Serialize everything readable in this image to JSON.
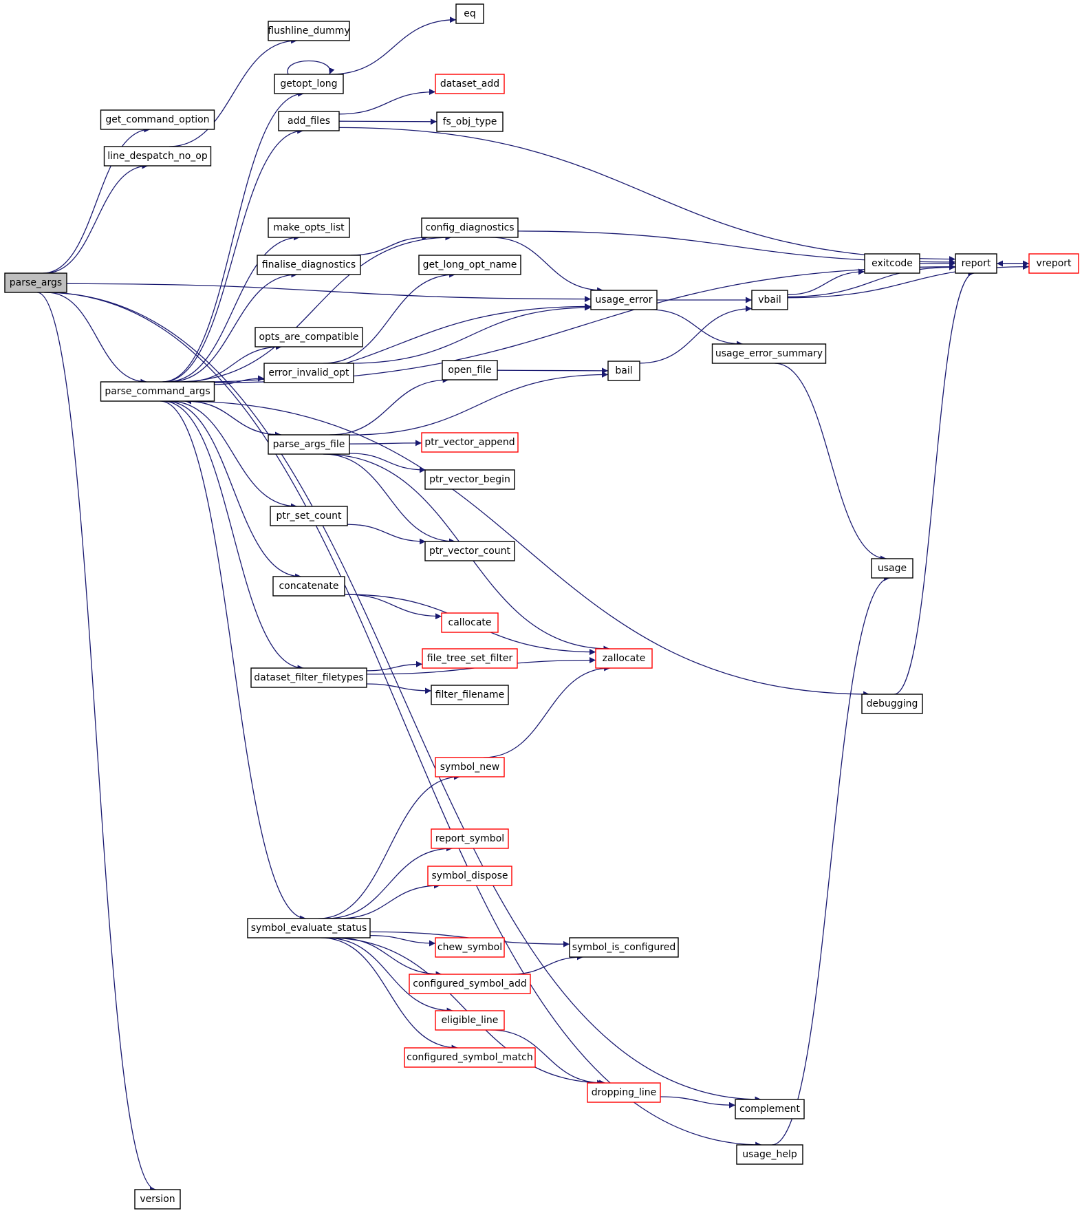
{
  "graph": {
    "edge_color": "#191970",
    "node_border": "#000000",
    "truncated_border": "#ff0000",
    "root_fill": "#bfbfbf",
    "nodes": [
      {
        "id": "parse_args",
        "label": "parse_args",
        "root": true
      },
      {
        "id": "get_command_option",
        "label": "get_command_option"
      },
      {
        "id": "line_despatch_no_op",
        "label": "line_despatch_no_op"
      },
      {
        "id": "flushline_dummy",
        "label": "flushline_dummy"
      },
      {
        "id": "parse_command_args",
        "label": "parse_command_args"
      },
      {
        "id": "getopt_long",
        "label": "getopt_long"
      },
      {
        "id": "eq",
        "label": "eq"
      },
      {
        "id": "add_files",
        "label": "add_files"
      },
      {
        "id": "dataset_add",
        "label": "dataset_add",
        "truncated": true
      },
      {
        "id": "fs_obj_type",
        "label": "fs_obj_type"
      },
      {
        "id": "make_opts_list",
        "label": "make_opts_list"
      },
      {
        "id": "finalise_diagnostics",
        "label": "finalise_diagnostics"
      },
      {
        "id": "config_diagnostics",
        "label": "config_diagnostics"
      },
      {
        "id": "get_long_opt_name",
        "label": "get_long_opt_name"
      },
      {
        "id": "opts_are_compatible",
        "label": "opts_are_compatible"
      },
      {
        "id": "error_invalid_opt",
        "label": "error_invalid_opt"
      },
      {
        "id": "usage_error",
        "label": "usage_error"
      },
      {
        "id": "vbail",
        "label": "vbail"
      },
      {
        "id": "exitcode",
        "label": "exitcode"
      },
      {
        "id": "report",
        "label": "report"
      },
      {
        "id": "vreport",
        "label": "vreport",
        "truncated": true
      },
      {
        "id": "usage_error_summary",
        "label": "usage_error_summary"
      },
      {
        "id": "open_file",
        "label": "open_file"
      },
      {
        "id": "bail",
        "label": "bail"
      },
      {
        "id": "parse_args_file",
        "label": "parse_args_file"
      },
      {
        "id": "ptr_vector_append",
        "label": "ptr_vector_append",
        "truncated": true
      },
      {
        "id": "ptr_vector_begin",
        "label": "ptr_vector_begin"
      },
      {
        "id": "ptr_set_count",
        "label": "ptr_set_count"
      },
      {
        "id": "ptr_vector_count",
        "label": "ptr_vector_count"
      },
      {
        "id": "usage",
        "label": "usage"
      },
      {
        "id": "concatenate",
        "label": "concatenate"
      },
      {
        "id": "callocate",
        "label": "callocate",
        "truncated": true
      },
      {
        "id": "zallocate",
        "label": "zallocate",
        "truncated": true
      },
      {
        "id": "file_tree_set_filter",
        "label": "file_tree_set_filter",
        "truncated": true
      },
      {
        "id": "dataset_filter_filetypes",
        "label": "dataset_filter_filetypes"
      },
      {
        "id": "filter_filename",
        "label": "filter_filename"
      },
      {
        "id": "debugging",
        "label": "debugging"
      },
      {
        "id": "symbol_new",
        "label": "symbol_new",
        "truncated": true
      },
      {
        "id": "report_symbol",
        "label": "report_symbol",
        "truncated": true
      },
      {
        "id": "symbol_dispose",
        "label": "symbol_dispose",
        "truncated": true
      },
      {
        "id": "symbol_evaluate_status",
        "label": "symbol_evaluate_status"
      },
      {
        "id": "chew_symbol",
        "label": "chew_symbol",
        "truncated": true
      },
      {
        "id": "symbol_is_configured",
        "label": "symbol_is_configured"
      },
      {
        "id": "configured_symbol_add",
        "label": "configured_symbol_add",
        "truncated": true
      },
      {
        "id": "eligible_line",
        "label": "eligible_line",
        "truncated": true
      },
      {
        "id": "configured_symbol_match",
        "label": "configured_symbol_match",
        "truncated": true
      },
      {
        "id": "dropping_line",
        "label": "dropping_line",
        "truncated": true
      },
      {
        "id": "complement",
        "label": "complement"
      },
      {
        "id": "usage_help",
        "label": "usage_help"
      },
      {
        "id": "version",
        "label": "version"
      }
    ],
    "edges": [
      [
        "parse_args",
        "get_command_option"
      ],
      [
        "parse_args",
        "line_despatch_no_op"
      ],
      [
        "parse_args",
        "usage_error"
      ],
      [
        "parse_args",
        "parse_command_args"
      ],
      [
        "parse_args",
        "complement"
      ],
      [
        "parse_args",
        "usage_help"
      ],
      [
        "parse_args",
        "version"
      ],
      [
        "line_despatch_no_op",
        "flushline_dummy"
      ],
      [
        "getopt_long",
        "eq"
      ],
      [
        "getopt_long",
        "getopt_long"
      ],
      [
        "add_files",
        "report"
      ],
      [
        "add_files",
        "dataset_add"
      ],
      [
        "add_files",
        "fs_obj_type"
      ],
      [
        "parse_command_args",
        "getopt_long"
      ],
      [
        "parse_command_args",
        "add_files"
      ],
      [
        "parse_command_args",
        "report"
      ],
      [
        "parse_command_args",
        "make_opts_list"
      ],
      [
        "parse_command_args",
        "finalise_diagnostics"
      ],
      [
        "parse_command_args",
        "config_diagnostics"
      ],
      [
        "parse_command_args",
        "opts_are_compatible"
      ],
      [
        "parse_command_args",
        "error_invalid_opt"
      ],
      [
        "parse_command_args",
        "usage_error"
      ],
      [
        "parse_command_args",
        "parse_args_file"
      ],
      [
        "parse_command_args",
        "ptr_set_count"
      ],
      [
        "parse_command_args",
        "concatenate"
      ],
      [
        "parse_command_args",
        "dataset_filter_filetypes"
      ],
      [
        "parse_command_args",
        "debugging"
      ],
      [
        "parse_command_args",
        "symbol_evaluate_status"
      ],
      [
        "finalise_diagnostics",
        "config_diagnostics"
      ],
      [
        "config_diagnostics",
        "report"
      ],
      [
        "config_diagnostics",
        "usage_error"
      ],
      [
        "error_invalid_opt",
        "get_long_opt_name"
      ],
      [
        "error_invalid_opt",
        "usage_error"
      ],
      [
        "usage_error",
        "vbail"
      ],
      [
        "usage_error",
        "usage_error_summary"
      ],
      [
        "vbail",
        "exitcode"
      ],
      [
        "vbail",
        "report"
      ],
      [
        "vbail",
        "vreport"
      ],
      [
        "exitcode",
        "report"
      ],
      [
        "report",
        "vreport"
      ],
      [
        "vreport",
        "report"
      ],
      [
        "usage_error_summary",
        "usage"
      ],
      [
        "open_file",
        "bail"
      ],
      [
        "bail",
        "vbail"
      ],
      [
        "parse_args_file",
        "parse_command_args"
      ],
      [
        "parse_args_file",
        "open_file"
      ],
      [
        "parse_args_file",
        "bail"
      ],
      [
        "parse_args_file",
        "ptr_vector_append"
      ],
      [
        "parse_args_file",
        "ptr_vector_begin"
      ],
      [
        "parse_args_file",
        "ptr_vector_count"
      ],
      [
        "parse_args_file",
        "zallocate"
      ],
      [
        "ptr_set_count",
        "ptr_vector_count"
      ],
      [
        "concatenate",
        "callocate"
      ],
      [
        "concatenate",
        "zallocate"
      ],
      [
        "dataset_filter_filetypes",
        "file_tree_set_filter"
      ],
      [
        "dataset_filter_filetypes",
        "filter_filename"
      ],
      [
        "dataset_filter_filetypes",
        "zallocate"
      ],
      [
        "debugging",
        "report"
      ],
      [
        "symbol_new",
        "zallocate"
      ],
      [
        "symbol_evaluate_status",
        "symbol_new"
      ],
      [
        "symbol_evaluate_status",
        "report_symbol"
      ],
      [
        "symbol_evaluate_status",
        "symbol_dispose"
      ],
      [
        "symbol_evaluate_status",
        "symbol_is_configured"
      ],
      [
        "symbol_evaluate_status",
        "chew_symbol"
      ],
      [
        "symbol_evaluate_status",
        "configured_symbol_add"
      ],
      [
        "symbol_evaluate_status",
        "eligible_line"
      ],
      [
        "symbol_evaluate_status",
        "configured_symbol_match"
      ],
      [
        "symbol_evaluate_status",
        "dropping_line"
      ],
      [
        "configured_symbol_add",
        "symbol_is_configured"
      ],
      [
        "eligible_line",
        "dropping_line"
      ],
      [
        "dropping_line",
        "complement"
      ],
      [
        "usage_help",
        "usage"
      ]
    ]
  }
}
